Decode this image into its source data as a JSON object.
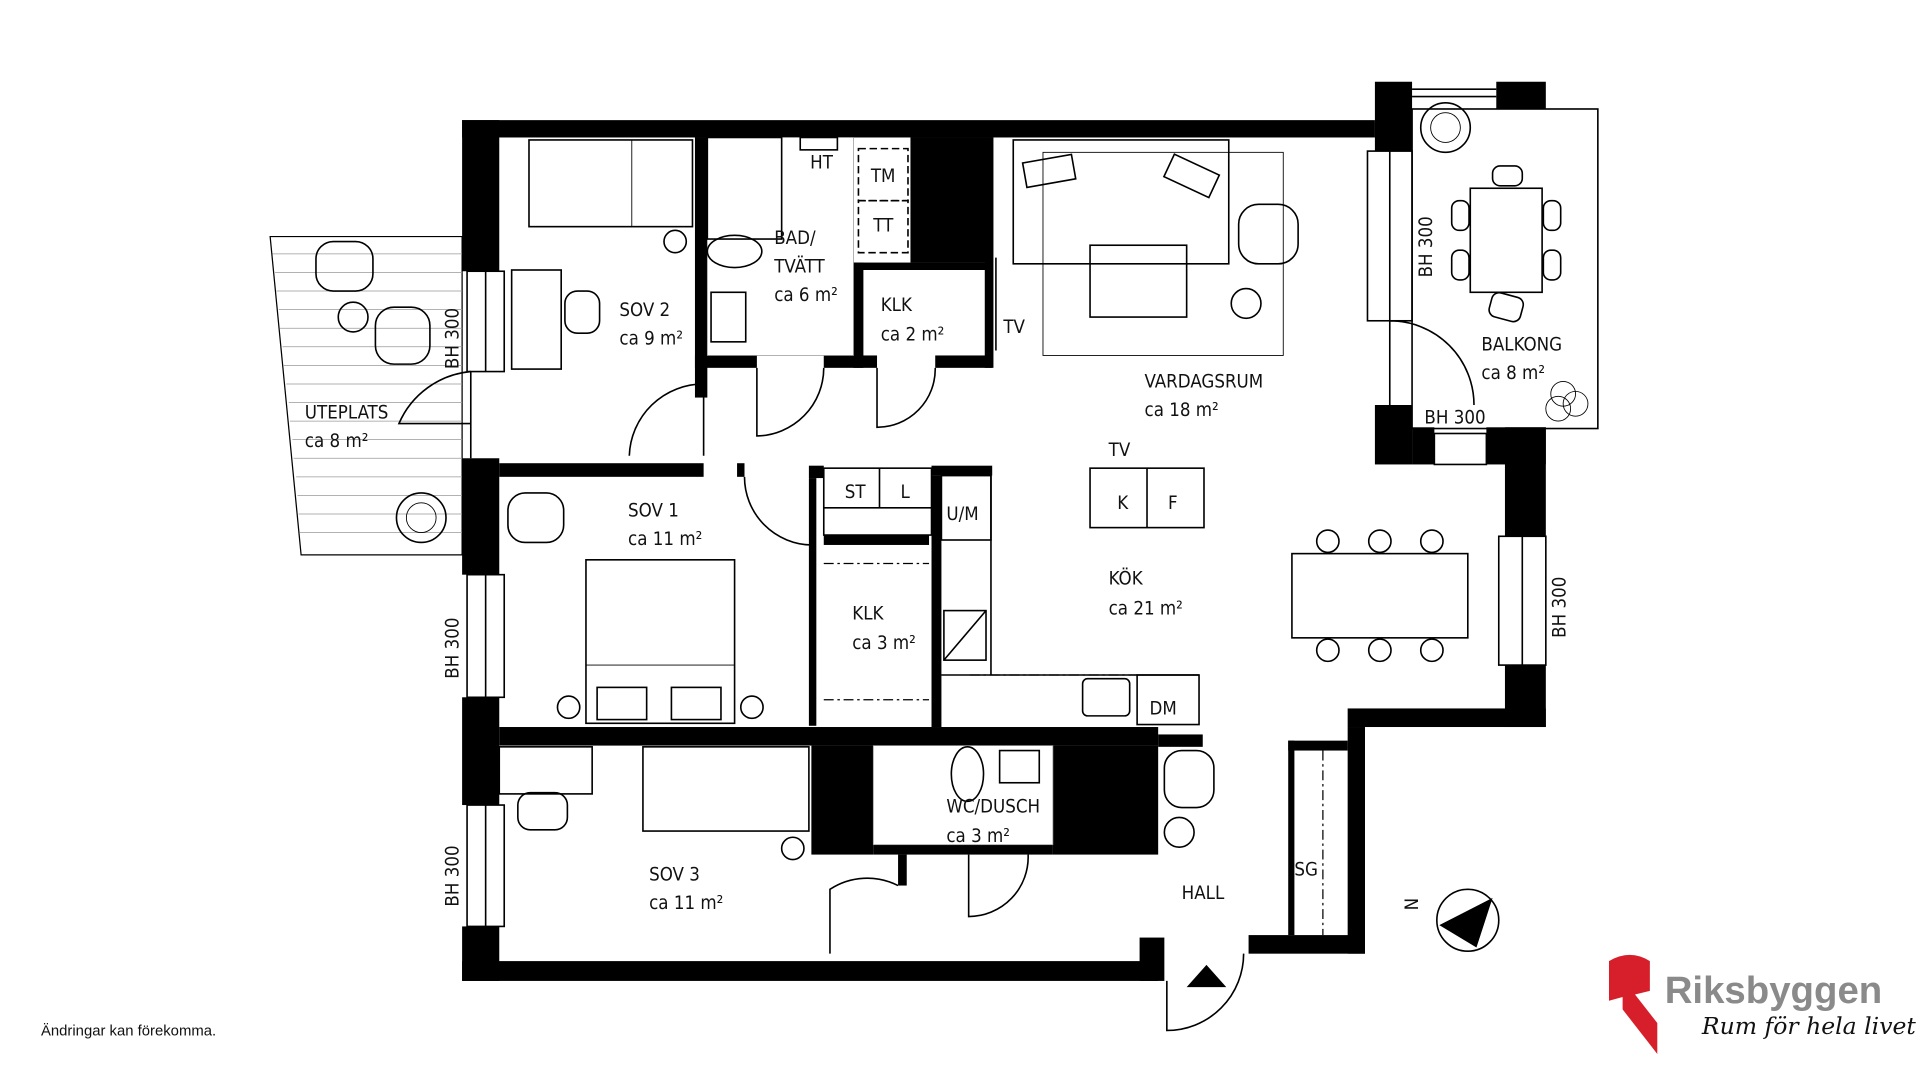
{
  "rooms": {
    "sov2": {
      "name": "SOV 2",
      "area": "ca 9 m²"
    },
    "bad": {
      "name1": "BAD/",
      "name2": "TVÄTT",
      "area": "ca 6 m²"
    },
    "klk_small": {
      "name": "KLK",
      "area": "ca 2 m²"
    },
    "vardagsrum": {
      "name": "VARDAGSRUM",
      "area": "ca 18 m²"
    },
    "balkong": {
      "name": "BALKONG",
      "area": "ca 8 m²"
    },
    "uteplats": {
      "name": "UTEPLATS",
      "area": "ca 8 m²"
    },
    "sov1": {
      "name": "SOV 1",
      "area": "ca 11 m²"
    },
    "klk": {
      "name": "KLK",
      "area": "ca 3 m²"
    },
    "kok": {
      "name": "KÖK",
      "area": "ca 21 m²"
    },
    "sov3": {
      "name": "SOV 3",
      "area": "ca 11 m²"
    },
    "wc": {
      "name": "WC/DUSCH",
      "area": "ca 3 m²"
    },
    "hall": {
      "name": "HALL"
    }
  },
  "labels": {
    "bh300": "BH 300",
    "ht": "HT",
    "tm": "TM",
    "tt": "TT",
    "tv": "TV",
    "st": "ST",
    "l": "L",
    "um": "U/M",
    "k": "K",
    "f": "F",
    "dm": "DM",
    "sg": "SG",
    "north": "N"
  },
  "footer": {
    "note": "Ändringar kan förekomma."
  },
  "logo": {
    "brand": "Riksbyggen",
    "tagline": "Rum för hela livet",
    "color": "#d71f2b"
  }
}
